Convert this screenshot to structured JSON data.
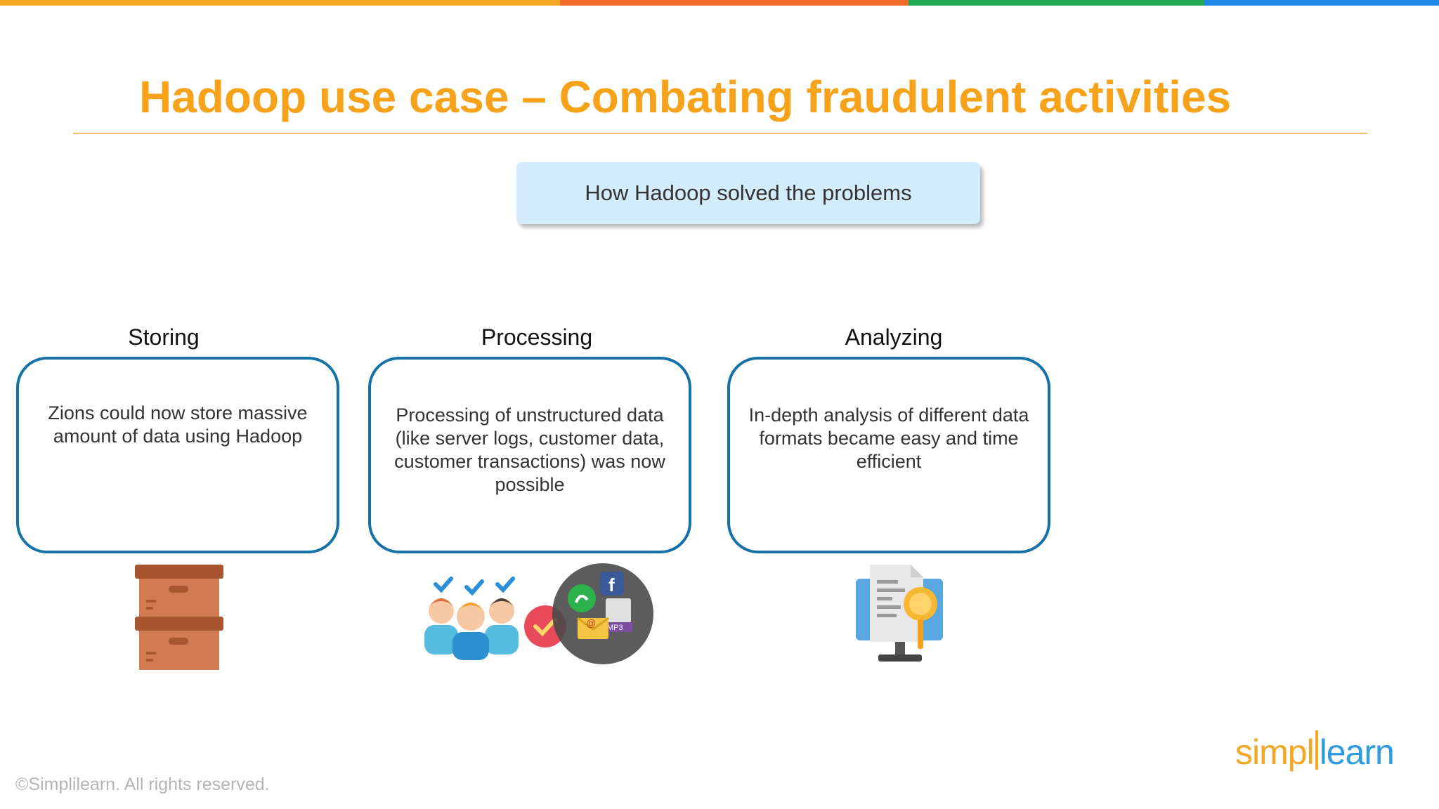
{
  "slide": {
    "title": "Hadoop use case – Combating fraudulent activities",
    "subtitle": "How Hadoop solved the problems",
    "columns": [
      {
        "heading": "Storing",
        "text": "Zions could now store massive amount of data using Hadoop",
        "icon": "storage-boxes-icon"
      },
      {
        "heading": "Processing",
        "text": "Processing of unstructured data (like server logs, customer data, customer transactions) was now possible",
        "icon": "users-and-data-sources-icon"
      },
      {
        "heading": "Analyzing",
        "text": "In-depth analysis of different data formats became easy and time efficient",
        "icon": "analysis-monitor-icon"
      }
    ]
  },
  "processing_icon": {
    "email_label": "@",
    "audio_label": "MP3",
    "social_label": "f"
  },
  "footer": {
    "logo_part1": "simpl",
    "logo_part2": "learn",
    "copyright": "©Simplilearn. All rights reserved."
  },
  "colors": {
    "title": "#f7a21b",
    "card_border": "#1671a8",
    "subtitle_bg": "#d3ecfb",
    "bar_orange": "#f5a623",
    "bar_red_orange": "#ef6c2a",
    "bar_green": "#1fa954",
    "bar_blue": "#1e88e5"
  }
}
